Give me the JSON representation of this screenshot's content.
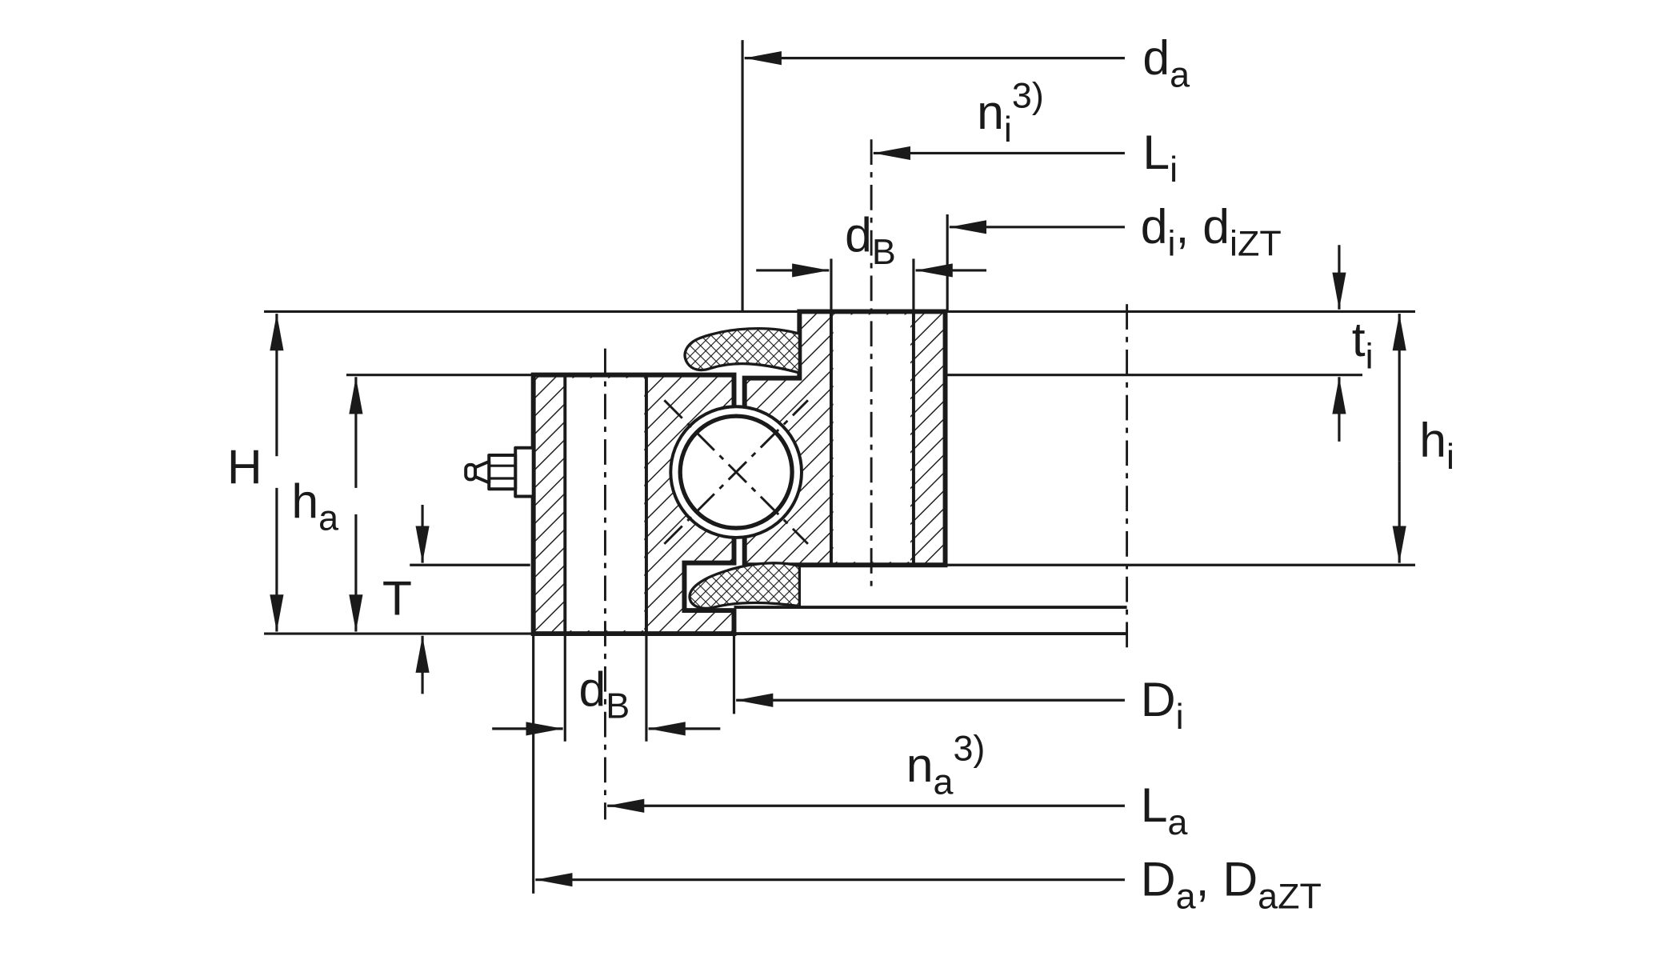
{
  "colors": {
    "ink": "#1a1a1a",
    "background": "#ffffff"
  },
  "dims": {
    "da": {
      "main": "d",
      "sub": "a"
    },
    "ni": {
      "main": "n",
      "sub": "i",
      "sup": "3)"
    },
    "Li": {
      "main": "L",
      "sub": "i"
    },
    "di": {
      "m1": "d",
      "s1": "i",
      "m2": ", d",
      "s2": "iZT"
    },
    "dBtop": {
      "main": "d",
      "sub": "B"
    },
    "ti": {
      "main": "t",
      "sub": "i"
    },
    "hi": {
      "main": "h",
      "sub": "i"
    },
    "H": {
      "main": "H"
    },
    "ha": {
      "main": "h",
      "sub": "a"
    },
    "T": {
      "main": "T"
    },
    "dBbottom": {
      "main": "d",
      "sub": "B"
    },
    "Di": {
      "main": "D",
      "sub": "i"
    },
    "na": {
      "main": "n",
      "sub": "a",
      "sup": "3)"
    },
    "La": {
      "main": "L",
      "sub": "a"
    },
    "Da": {
      "m1": "D",
      "s1": "a",
      "m2": ", D",
      "s2": "aZT"
    }
  }
}
